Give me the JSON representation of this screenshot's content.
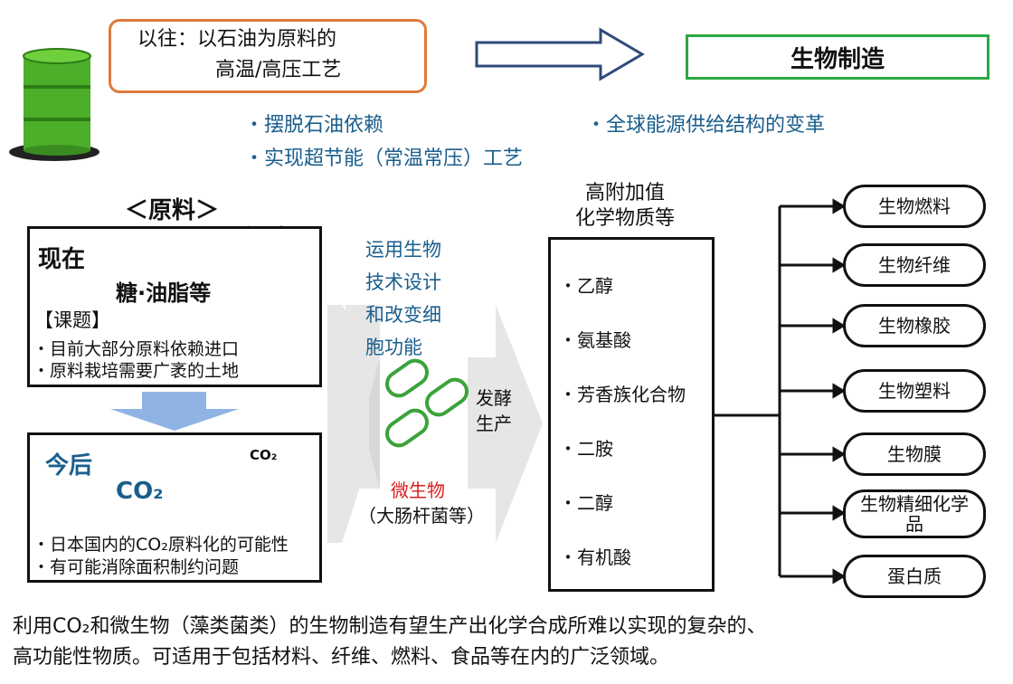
{
  "top": {
    "old_line1": "以往：以石油为原料的",
    "old_line2": "高温/高压工艺",
    "target": "生物制造",
    "benefit1": "・摆脱石油依赖",
    "benefit2": "・实现超节能（常温常压）工艺",
    "benefit3": "・全球能源供给结构的变革"
  },
  "raw": {
    "heading": "＜原料＞",
    "now_title": "现在",
    "now_material": "糖·油脂等",
    "issue_title": "【课题】",
    "issue1": "・目前大部分原料依赖进口",
    "issue2": "・原料栽培需要广袤的土地",
    "future_title": "今后",
    "future_material": "CO₂",
    "co2_cloud": "CO₂",
    "future1": "・日本国内的CO₂原料化的可能性",
    "future2": "・有可能消除面积制约问题"
  },
  "process": {
    "design_lines": [
      "运用生物",
      "技术设计",
      "和改变细",
      "胞功能"
    ],
    "microbe": "微生物",
    "microbe_example": "（大肠杆菌等）",
    "ferment_line1": "发酵",
    "ferment_line2": "生产"
  },
  "chemicals": {
    "title_line1": "高附加值",
    "title_line2": "化学物质等",
    "items": [
      "・乙醇",
      "・氨基酸",
      "・芳香族化合物",
      "・二胺",
      "・二醇",
      "・有机酸"
    ]
  },
  "products": [
    "生物燃料",
    "生物纤维",
    "生物橡胶",
    "生物塑料",
    "生物膜",
    "生物精细化学品",
    "蛋白质"
  ],
  "footer": {
    "line1": "利用CO₂和微生物（藻类菌类）的生物制造有望生产出化学合成所难以实现的复杂的、",
    "line2": "高功能性物质。可适用于包括材料、纤维、燃料、食品等在内的广泛领域。"
  },
  "colors": {
    "old_border": "#e07a3c",
    "bio_border": "#2aa844",
    "blue_text": "#1a5e8c",
    "microbe_red": "#d81e1e",
    "arrow_blue": "#8fb4e3"
  }
}
